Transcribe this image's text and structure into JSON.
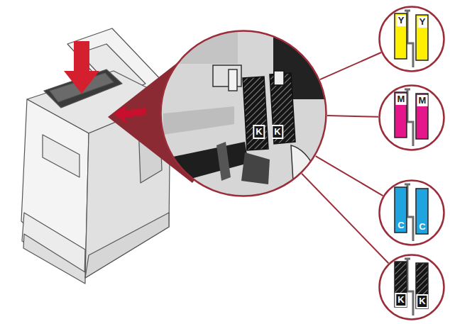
{
  "diagram": {
    "nodes": [
      {
        "text": [
          "K",
          "K"
        ]
      },
      {
        "text": [
          "Y",
          "Y"
        ]
      },
      {
        "text": [
          "M",
          "M"
        ]
      },
      {
        "text": [
          "C",
          "C"
        ]
      },
      {
        "text": [
          "K",
          "K"
        ]
      }
    ],
    "edges": [
      {
        "from": 0,
        "to": 1,
        "arrow": "none"
      },
      {
        "from": 0,
        "to": 2,
        "arrow": "none"
      },
      {
        "from": 0,
        "to": 3,
        "arrow": "none"
      },
      {
        "from": 0,
        "to": 4,
        "arrow": "none"
      }
    ]
  }
}
